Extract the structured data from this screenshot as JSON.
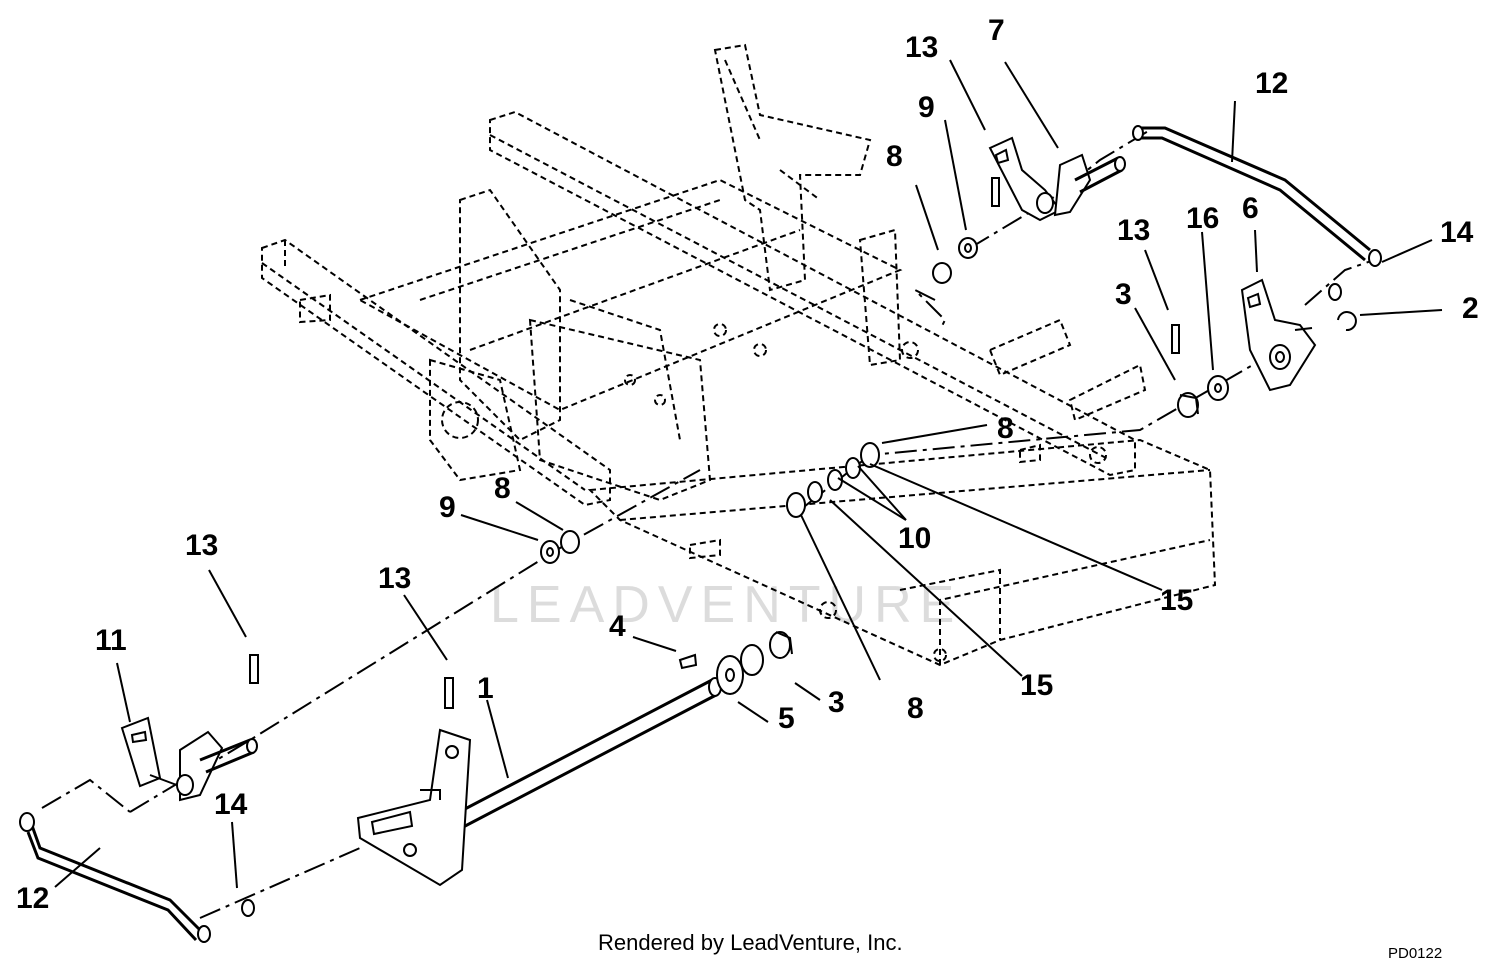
{
  "footer": {
    "rendered_by": "Rendered by LeadVenture, Inc.",
    "page_code": "PD0122",
    "watermark": "LEADVENTURE"
  },
  "callouts": [
    {
      "id": "c1",
      "text": "1"
    },
    {
      "id": "c2",
      "text": "2"
    },
    {
      "id": "c3a",
      "text": "3"
    },
    {
      "id": "c3b",
      "text": "3"
    },
    {
      "id": "c4",
      "text": "4"
    },
    {
      "id": "c5",
      "text": "5"
    },
    {
      "id": "c6",
      "text": "6"
    },
    {
      "id": "c7",
      "text": "7"
    },
    {
      "id": "c8a",
      "text": "8"
    },
    {
      "id": "c8b",
      "text": "8"
    },
    {
      "id": "c8c",
      "text": "8"
    },
    {
      "id": "c8d",
      "text": "8"
    },
    {
      "id": "c9a",
      "text": "9"
    },
    {
      "id": "c9b",
      "text": "9"
    },
    {
      "id": "c10",
      "text": "10"
    },
    {
      "id": "c11",
      "text": "11"
    },
    {
      "id": "c12a",
      "text": "12"
    },
    {
      "id": "c12b",
      "text": "12"
    },
    {
      "id": "c13a",
      "text": "13"
    },
    {
      "id": "c13b",
      "text": "13"
    },
    {
      "id": "c13c",
      "text": "13"
    },
    {
      "id": "c13d",
      "text": "13"
    },
    {
      "id": "c14a",
      "text": "14"
    },
    {
      "id": "c14b",
      "text": "14"
    },
    {
      "id": "c15a",
      "text": "15"
    },
    {
      "id": "c15b",
      "text": "15"
    },
    {
      "id": "c16",
      "text": "16"
    }
  ]
}
